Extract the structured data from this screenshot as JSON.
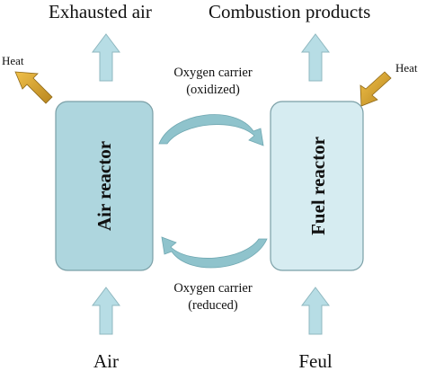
{
  "top_labels": {
    "left": "Exhausted air",
    "right": "Combustion products"
  },
  "bottom_labels": {
    "left": "Air",
    "right": "Feul"
  },
  "heat": {
    "left": "Heat",
    "right": "Heat"
  },
  "reactors": {
    "air": "Air reactor",
    "fuel": "Fuel reactor"
  },
  "oxygen_carrier_oxidized": {
    "line1": "Oxygen carrier",
    "line2": "(oxidized)"
  },
  "oxygen_carrier_reduced": {
    "line1": "Oxygen carrier",
    "line2": "(reduced)"
  },
  "colors": {
    "air_reactor_fill": "#aed6de",
    "fuel_reactor_fill": "#d6ecf1",
    "reactor_stroke": "#7a9fa6",
    "flow_arrow_fill": "#b7dde5",
    "flow_arrow_stroke": "#8fb8c0",
    "curved_arrow": "#8fc3cc",
    "heat_arrow": "#d4a22c",
    "heat_arrow_dark": "#a67b1c"
  }
}
